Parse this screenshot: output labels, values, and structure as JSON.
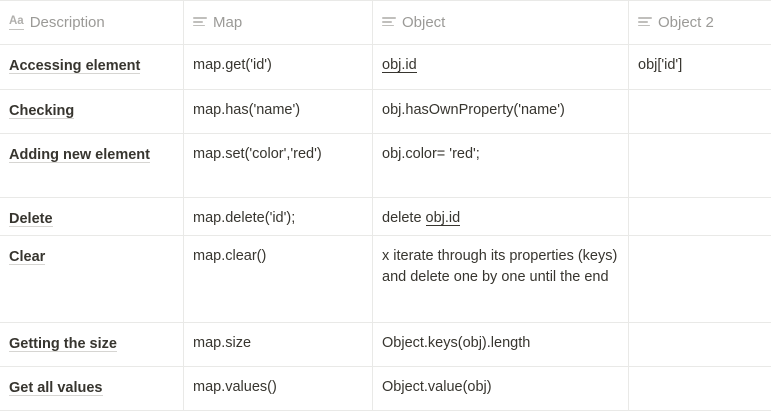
{
  "table": {
    "columns": [
      {
        "label": "Description",
        "icon": "title-aa-icon",
        "type": "title"
      },
      {
        "label": "Map",
        "icon": "text-lines-icon",
        "type": "text"
      },
      {
        "label": "Object",
        "icon": "text-lines-icon",
        "type": "text"
      },
      {
        "label": "Object 2",
        "icon": "text-lines-icon",
        "type": "text"
      }
    ],
    "rows": [
      {
        "description": "Accessing element",
        "map": "map.get('id')",
        "object_prefix": "",
        "object_link": "obj.id",
        "object2": "obj['id']"
      },
      {
        "description": "Checking",
        "map": "map.has('name')",
        "object_prefix": "obj.hasOwnProperty('name')",
        "object_link": "",
        "object2": ""
      },
      {
        "description": "Adding new element",
        "map": "map.set('color','red')",
        "object_prefix": "obj.color= 'red';",
        "object_link": "",
        "object2": ""
      },
      {
        "description": "Delete",
        "map": "map.delete('id');",
        "object_prefix": "delete ",
        "object_link": "obj.id",
        "object2": ""
      },
      {
        "description": "Clear",
        "map": "map.clear()",
        "object_prefix": "x iterate through its properties (keys) and delete one by one until the end",
        "object_link": "",
        "object2": ""
      },
      {
        "description": "Getting the size",
        "map": "map.size",
        "object_prefix": "Object.keys(obj).length",
        "object_link": "",
        "object2": ""
      },
      {
        "description": "Get all values",
        "map": "map.values()",
        "object_prefix": "Object.value(obj)",
        "object_link": "",
        "object2": ""
      }
    ]
  },
  "colors": {
    "border": "#e9e9e7",
    "text": "#37352f",
    "header_text": "#9b9a97",
    "underline": "#d6d5d2",
    "background": "#ffffff"
  }
}
